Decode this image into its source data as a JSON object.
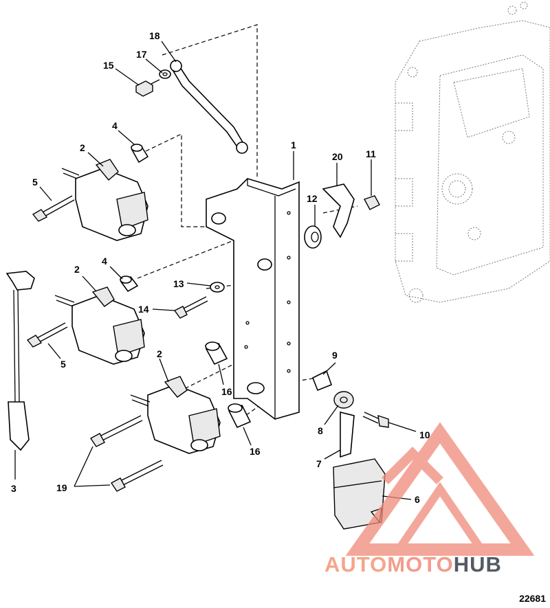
{
  "diagram": {
    "callouts": {
      "c1": "1",
      "c2a": "2",
      "c2b": "2",
      "c2c": "2",
      "c3": "3",
      "c4a": "4",
      "c4b": "4",
      "c5a": "5",
      "c5b": "5",
      "c6": "6",
      "c7": "7",
      "c8": "8",
      "c9": "9",
      "c10": "10",
      "c11": "11",
      "c12": "12",
      "c13": "13",
      "c14": "14",
      "c15": "15",
      "c16a": "16",
      "c16b": "16",
      "c17": "17",
      "c18": "18",
      "c19": "19",
      "c20": "20"
    },
    "diagram_id": "22681"
  },
  "watermark": {
    "part1": "AUTO",
    "part2": "MOTO",
    "part3": "HUB",
    "logo_color": "#f08a7a"
  }
}
